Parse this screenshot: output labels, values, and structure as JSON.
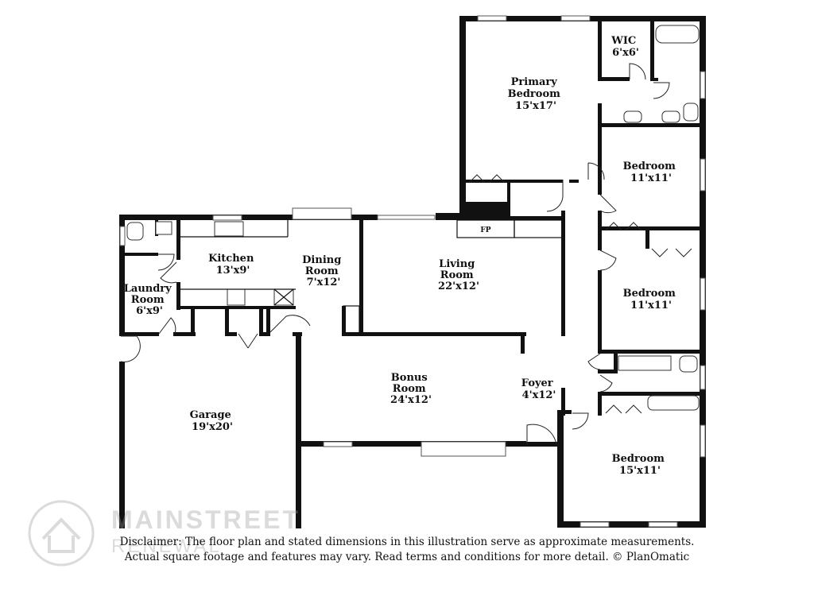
{
  "rooms": [
    {
      "id": "primary-bedroom",
      "name": "Primary Bedroom",
      "lines": [
        "Primary",
        "Bedroom"
      ],
      "dims": "15'x17'"
    },
    {
      "id": "wic",
      "name": "WIC",
      "lines": [
        "WIC"
      ],
      "dims": "6'x6'"
    },
    {
      "id": "bedroom-1",
      "name": "Bedroom",
      "lines": [
        "Bedroom"
      ],
      "dims": "11'x11'"
    },
    {
      "id": "bedroom-2",
      "name": "Bedroom",
      "lines": [
        "Bedroom"
      ],
      "dims": "11'x11'"
    },
    {
      "id": "bedroom-3",
      "name": "Bedroom",
      "lines": [
        "Bedroom"
      ],
      "dims": "15'x11'"
    },
    {
      "id": "kitchen",
      "name": "Kitchen",
      "lines": [
        "Kitchen"
      ],
      "dims": "13'x9'"
    },
    {
      "id": "dining-room",
      "name": "Dining Room",
      "lines": [
        "Dining",
        "Room"
      ],
      "dims": "7'x12'"
    },
    {
      "id": "living-room",
      "name": "Living Room",
      "lines": [
        "Living",
        "Room"
      ],
      "dims": "22'x12'"
    },
    {
      "id": "laundry-room",
      "name": "Laundry Room",
      "lines": [
        "Laundry",
        "Room"
      ],
      "dims": "6'x9'"
    },
    {
      "id": "bonus-room",
      "name": "Bonus Room",
      "lines": [
        "Bonus",
        "Room"
      ],
      "dims": "24'x12'"
    },
    {
      "id": "foyer",
      "name": "Foyer",
      "lines": [
        "Foyer"
      ],
      "dims": "4'x12'"
    },
    {
      "id": "garage",
      "name": "Garage",
      "lines": [
        "Garage"
      ],
      "dims": "19'x20'"
    }
  ],
  "fireplace_label": "FP",
  "disclaimer": {
    "line1": "Disclaimer: The floor plan and stated dimensions in this illustration serve as approximate measurements.",
    "line2": "Actual square footage and features may vary. Read terms and conditions for more detail. © PlanOmatic"
  },
  "watermark": {
    "line1": "MAINSTREET",
    "line2": "RENEWAL"
  },
  "colors": {
    "wall": "#111111",
    "background": "#ffffff",
    "watermark": "#9a9a9a"
  }
}
